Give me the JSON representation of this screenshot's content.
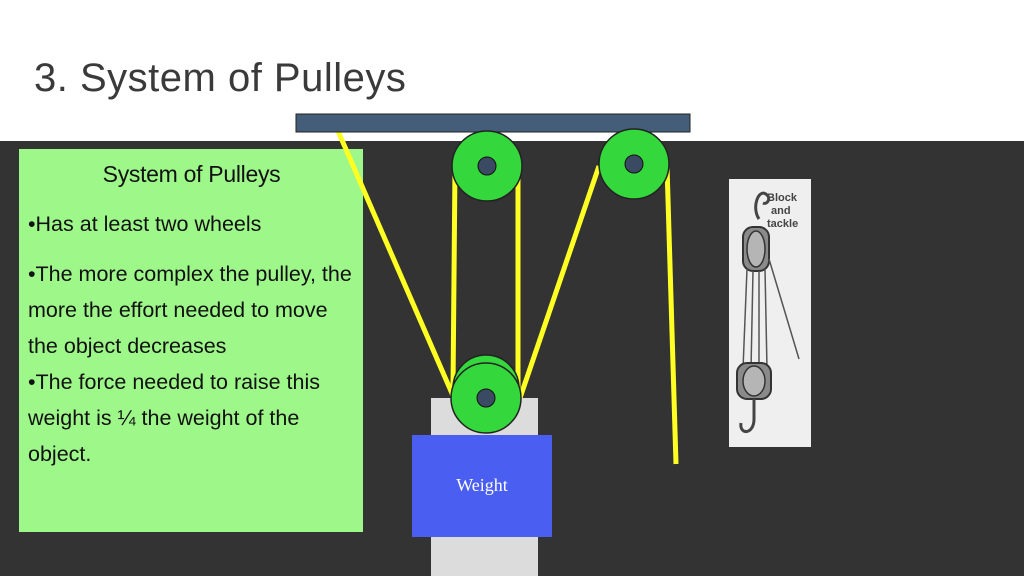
{
  "slide": {
    "title": "3. System of Pulleys"
  },
  "info_box": {
    "heading": "System of Pulleys",
    "bullets": [
      "•Has at least two wheels",
      "•The more complex the pulley, the more the effort needed to move the object decreases",
      "•The force needed to raise this weight is ¼ the weight of the object."
    ]
  },
  "diagram": {
    "weight_label": "Weight",
    "pulley_count": 4,
    "colors": {
      "pulley": "#35d83c",
      "axle": "#3a4a63",
      "rope": "#ffff23",
      "ceiling_bar": "#445d78",
      "weight_block": "#4a5ef2",
      "weight_support": "#dcdcdc"
    }
  },
  "image": {
    "caption": "Block and tackle",
    "icon": "block-and-tackle-icon"
  }
}
